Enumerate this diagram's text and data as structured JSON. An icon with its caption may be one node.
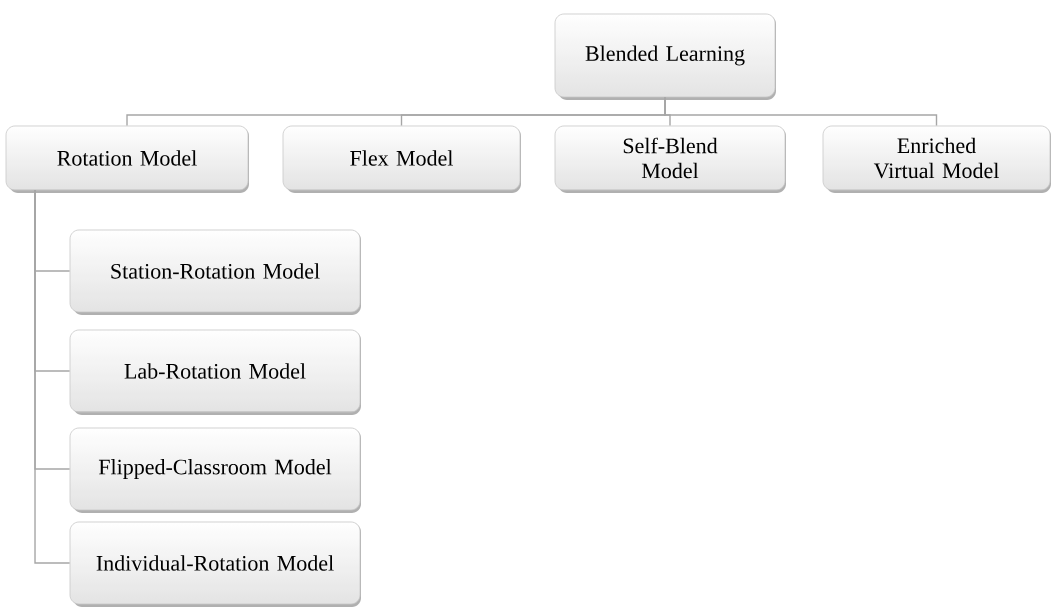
{
  "diagram": {
    "nodes": [
      {
        "text": [
          "Blended Learning"
        ]
      },
      {
        "text": [
          "Rotation Model"
        ]
      },
      {
        "text": [
          "Flex Model"
        ]
      },
      {
        "text": [
          "Self-Blend Model"
        ]
      },
      {
        "text": [
          "Enriched Virtual Model"
        ]
      },
      {
        "text": [
          "Station-Rotation Model"
        ]
      },
      {
        "text": [
          "Lab-Rotation Model"
        ]
      },
      {
        "text": [
          "Flipped-Classroom Model"
        ]
      },
      {
        "text": [
          "Individual-Rotation Model"
        ]
      }
    ],
    "edges": [
      {
        "from": 0,
        "to": 1,
        "arrow": "none"
      },
      {
        "from": 0,
        "to": 2,
        "arrow": "none"
      },
      {
        "from": 0,
        "to": 3,
        "arrow": "none"
      },
      {
        "from": 0,
        "to": 4,
        "arrow": "none"
      },
      {
        "from": 1,
        "to": 5,
        "arrow": "none"
      },
      {
        "from": 1,
        "to": 6,
        "arrow": "none"
      },
      {
        "from": 1,
        "to": 7,
        "arrow": "none"
      },
      {
        "from": 1,
        "to": 8,
        "arrow": "none"
      }
    ]
  }
}
